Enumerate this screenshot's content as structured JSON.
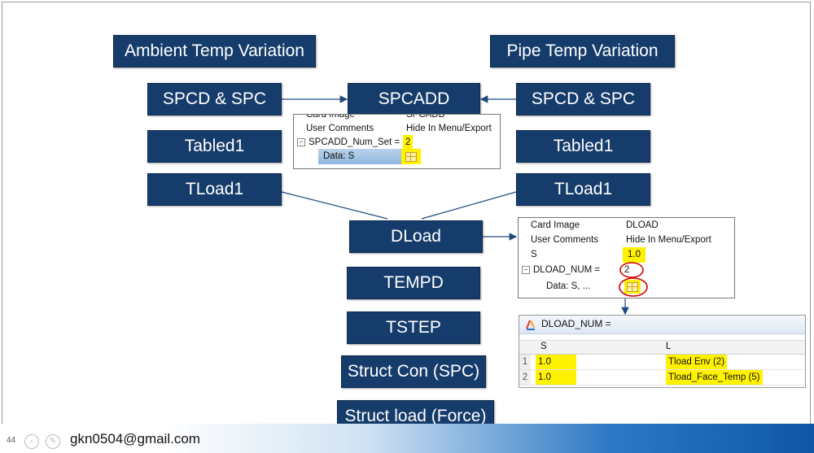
{
  "boxes": {
    "ambient_temp": "Ambient Temp Variation",
    "pipe_temp": "Pipe Temp Variation",
    "spcd_left": "SPCD & SPC",
    "spcadd": "SPCADD",
    "spcd_right": "SPCD & SPC",
    "tabled1_left": "Tabled1",
    "tabled1_right": "Tabled1",
    "tload1_left": "TLoad1",
    "tload1_right": "TLoad1",
    "dload": "DLoad",
    "tempd": "TEMPD",
    "tstep": "TSTEP",
    "struct_con": "Struct Con (SPC)",
    "struct_load": "Struct load (Force)"
  },
  "spcadd_panel": {
    "card_image_key": "Card Image",
    "card_image_val": "SPCADD",
    "user_comments_key": "User Comments",
    "user_comments_val": "Hide In Menu/Export",
    "num_set_key": "SPCADD_Num_Set =",
    "num_set_val": "2",
    "data_label": "Data: S"
  },
  "dload_panel": {
    "card_image_key": "Card Image",
    "card_image_val": "DLOAD",
    "user_comments_key": "User Comments",
    "user_comments_val": "Hide In Menu/Export",
    "s_key": "S",
    "s_val": "1.0",
    "dload_num_key": "DLOAD_NUM =",
    "dload_num_val": "2",
    "data_label": "Data: S, ..."
  },
  "dload_num_dialog": {
    "title": "DLOAD_NUM =",
    "col_s": "S",
    "col_l": "L",
    "rows": [
      {
        "num": "1",
        "s": "1.0",
        "l": "Tload Env (2)"
      },
      {
        "num": "2",
        "s": "1.0",
        "l": "Tload_Face_Temp (5)"
      }
    ]
  },
  "footer": {
    "email": "gkn0504@gmail.com",
    "page_number": "44"
  },
  "colors": {
    "box_fill": "#163c6b",
    "highlight": "#fff200",
    "annotation_red": "#d00000"
  }
}
